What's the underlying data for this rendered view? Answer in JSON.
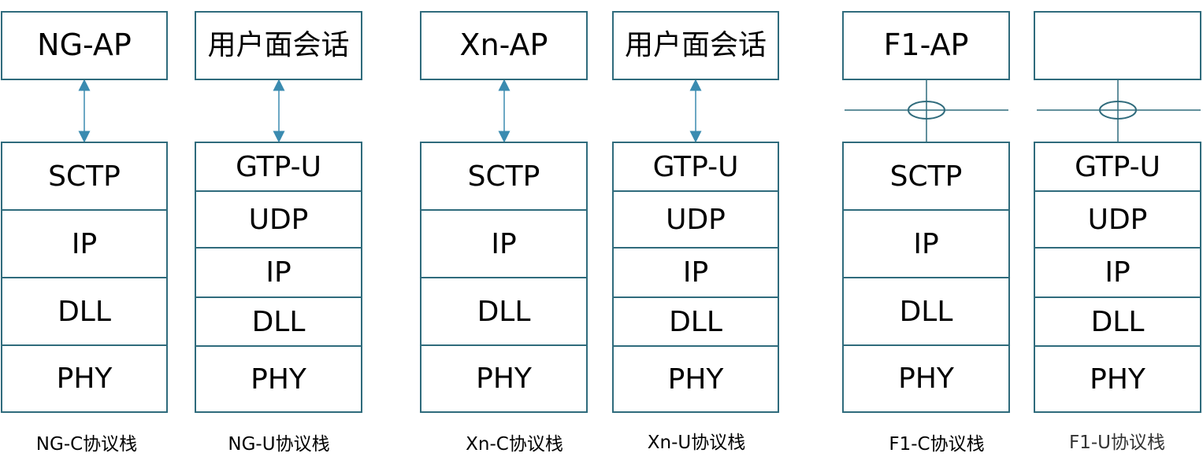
{
  "stacks": [
    {
      "id": "ng-c",
      "top": "NG-AP",
      "layers": [
        "SCTP",
        "IP",
        "DLL",
        "PHY"
      ],
      "caption": "NG-C协议栈"
    },
    {
      "id": "ng-u",
      "top": "用户面会话",
      "layers": [
        "GTP-U",
        "UDP",
        "IP",
        "DLL",
        "PHY"
      ],
      "caption": "NG-U协议栈"
    },
    {
      "id": "xn-c",
      "top": "Xn-AP",
      "layers": [
        "SCTP",
        "IP",
        "DLL",
        "PHY"
      ],
      "caption": "Xn-C协议栈"
    },
    {
      "id": "xn-u",
      "top": "用户面会话",
      "layers": [
        "GTP-U",
        "UDP",
        "IP",
        "DLL",
        "PHY"
      ],
      "caption": "Xn-U协议栈"
    },
    {
      "id": "f1-c",
      "top": "F1-AP",
      "layers": [
        "SCTP",
        "IP",
        "DLL",
        "PHY"
      ],
      "caption": "F1-C协议栈"
    },
    {
      "id": "f1-u",
      "top": "",
      "layers": [
        "GTP-U",
        "UDP",
        "IP",
        "DLL",
        "PHY"
      ],
      "caption": "F1-U协议栈"
    }
  ],
  "colors": {
    "border": "#2f6b7c",
    "arrow": "#3a8bb0"
  }
}
